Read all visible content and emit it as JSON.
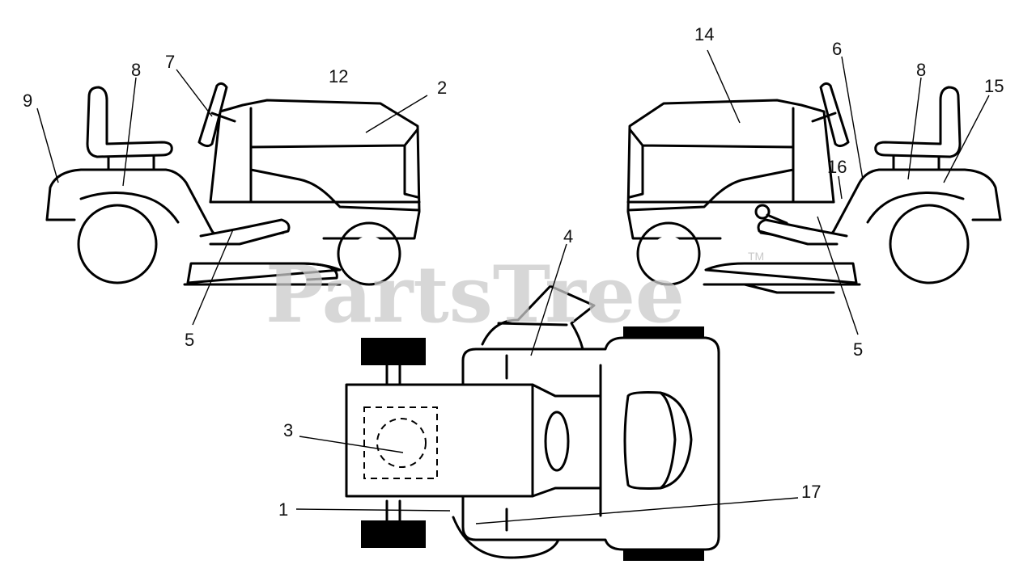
{
  "watermark": {
    "text": "PartsTree",
    "mark": "TM"
  },
  "callouts": [
    {
      "id": "9a",
      "label": "9"
    },
    {
      "id": "8a",
      "label": "8"
    },
    {
      "id": "7",
      "label": "7"
    },
    {
      "id": "12",
      "label": "12"
    },
    {
      "id": "2",
      "label": "2"
    },
    {
      "id": "5a",
      "label": "5"
    },
    {
      "id": "14",
      "label": "14"
    },
    {
      "id": "6",
      "label": "6"
    },
    {
      "id": "8b",
      "label": "8"
    },
    {
      "id": "15",
      "label": "15"
    },
    {
      "id": "16",
      "label": "16"
    },
    {
      "id": "5b",
      "label": "5"
    },
    {
      "id": "4",
      "label": "4"
    },
    {
      "id": "3",
      "label": "3"
    },
    {
      "id": "1",
      "label": "1"
    },
    {
      "id": "17",
      "label": "17"
    }
  ]
}
